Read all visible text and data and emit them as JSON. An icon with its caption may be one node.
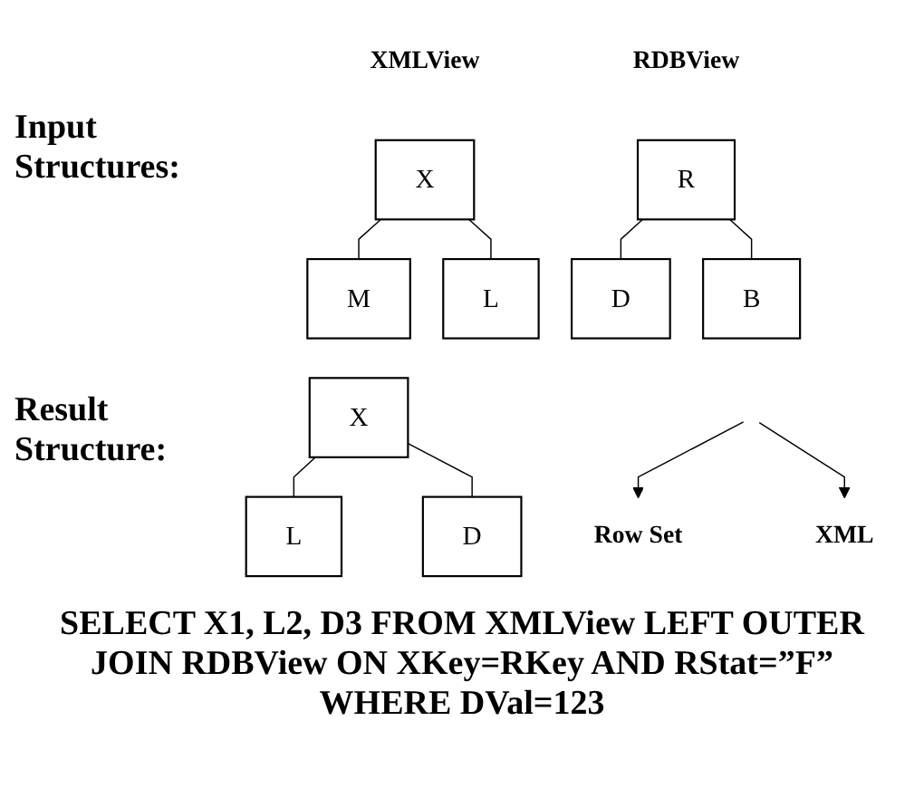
{
  "diagram": {
    "nodes": [
      {
        "text": [
          "X"
        ],
        "beside": [
          "XMLView"
        ]
      },
      {
        "text": [
          "M"
        ]
      },
      {
        "text": [
          "L"
        ]
      },
      {
        "text": [
          "R"
        ],
        "beside": [
          "RDBView"
        ]
      },
      {
        "text": [
          "D"
        ]
      },
      {
        "text": [
          "B"
        ]
      },
      {
        "text": [
          "X"
        ]
      },
      {
        "text": [
          "L"
        ]
      },
      {
        "text": [
          "D"
        ]
      },
      {
        "text": [
          "Row Set"
        ]
      },
      {
        "text": [
          "XML"
        ]
      }
    ],
    "edges": [
      {
        "from": 0,
        "to": 1,
        "arrow": "none"
      },
      {
        "from": 0,
        "to": 2,
        "arrow": "none"
      },
      {
        "from": 3,
        "to": 4,
        "arrow": "none"
      },
      {
        "from": 3,
        "to": 5,
        "arrow": "none"
      },
      {
        "from": 6,
        "to": 7,
        "arrow": "none"
      },
      {
        "from": 6,
        "to": 8,
        "arrow": "none"
      },
      {
        "from": null,
        "to": 9,
        "arrow": "to"
      },
      {
        "from": null,
        "to": 10,
        "arrow": "to"
      }
    ],
    "labels": [
      "Input Structures:",
      "SELECT X1, L2, D3 FROM XMLView LEFT OUTER JOIN RDBView ON XKey=RKey AND RStat=”F” WHERE DVal=123",
      "Result Structure:"
    ]
  }
}
